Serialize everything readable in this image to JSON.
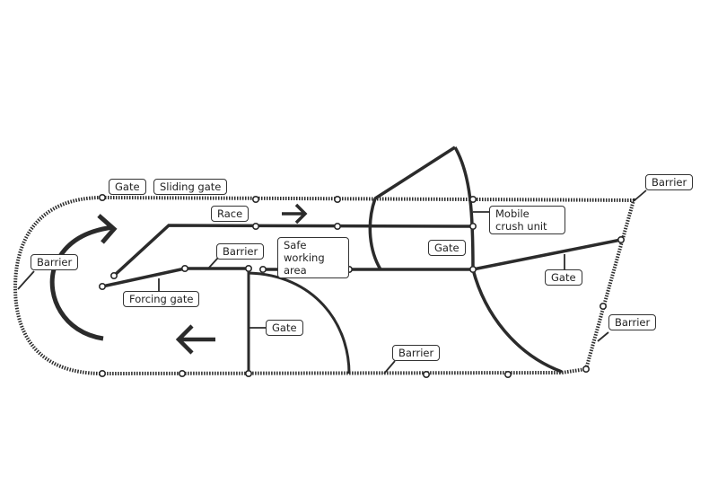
{
  "labels": {
    "gate_top": "Gate",
    "sliding_gate": "Sliding gate",
    "race": "Race",
    "barrier_middle": "Barrier",
    "safe_working_area": "Safe working area",
    "barrier_left": "Barrier",
    "forcing_gate": "Forcing gate",
    "gate_vertical": "Gate",
    "mobile_crush_unit": "Mobile crush unit",
    "gate_center": "Gate",
    "gate_right": "Gate",
    "barrier_top_right": "Barrier",
    "barrier_right": "Barrier",
    "barrier_bottom": "Barrier"
  },
  "colors": {
    "line": "#2b2b2b",
    "background": "#ffffff"
  }
}
